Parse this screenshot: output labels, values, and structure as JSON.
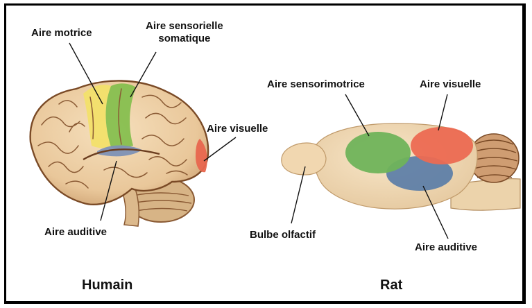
{
  "human": {
    "title": "Humain",
    "labels": {
      "motor": "Aire motrice",
      "somato_line1": "Aire sensorielle",
      "somato_line2": "somatique",
      "visual": "Aire visuelle",
      "auditory": "Aire auditive"
    }
  },
  "rat": {
    "title": "Rat",
    "labels": {
      "sensorimotor": "Aire sensorimotrice",
      "visual": "Aire visuelle",
      "olfactory": "Bulbe olfactif",
      "auditory": "Aire auditive"
    }
  },
  "colors": {
    "brain": "#efd2a6",
    "gyri_line": "#8a5a34",
    "motor": "#f2e06a",
    "somatosensory": "#86bf4f",
    "visual": "#e8664e",
    "auditory": "#6f8fb8",
    "rat_green": "#6fb35a",
    "rat_red": "#ec6a52",
    "rat_blue": "#5f7fa8"
  }
}
